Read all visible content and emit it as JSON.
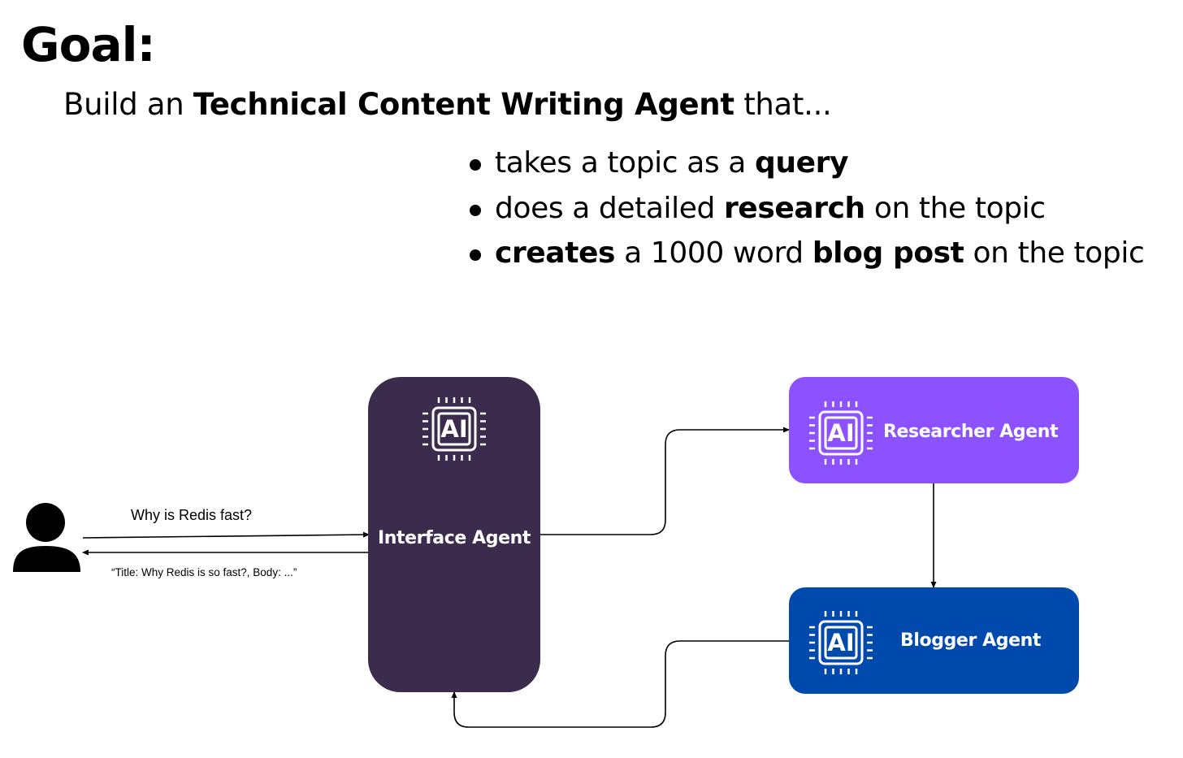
{
  "goal": {
    "title": "Goal:",
    "line_prefix": "Build an ",
    "line_bold": "Technical Content Writing Agent",
    "line_suffix": " that..."
  },
  "bullets": [
    {
      "pre": "takes a topic as a ",
      "bold1": "query",
      "mid": "",
      "bold2": "",
      "post": ""
    },
    {
      "pre": "does a detailed ",
      "bold1": "research",
      "mid": " on the topic",
      "bold2": "",
      "post": ""
    },
    {
      "pre": "",
      "bold1": "creates",
      "mid": " a 1000 word ",
      "bold2": "blog post",
      "post": " on the topic"
    }
  ],
  "diagram": {
    "user_icon": "person-icon",
    "query": "Why is Redis fast?",
    "response": "“Title: Why Redis is so fast?, Body: ...”",
    "chip_icon": "ai-chip-icon",
    "chip_label": "AI",
    "interface_agent": {
      "label": "Interface Agent",
      "color": "#3b2b4c"
    },
    "researcher_agent": {
      "label": "Researcher Agent",
      "color": "#8c52ff"
    },
    "blogger_agent": {
      "label": "Blogger Agent",
      "color": "#004aad"
    }
  }
}
